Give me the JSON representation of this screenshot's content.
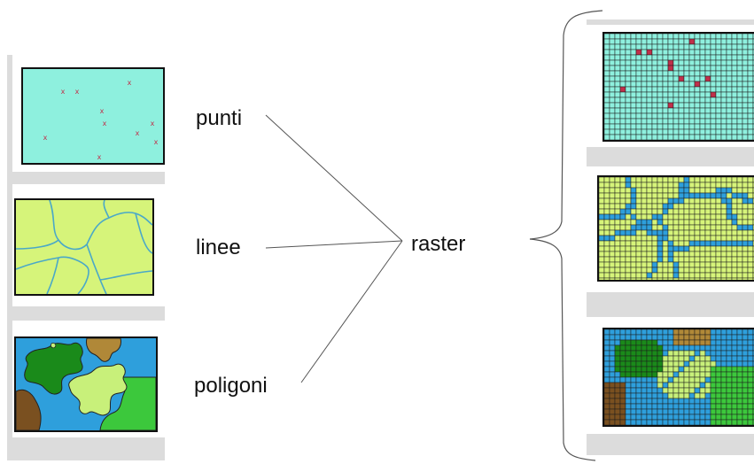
{
  "labels": {
    "points": "punti",
    "lines": "linee",
    "polygons": "poligoni",
    "raster": "raster"
  },
  "colors": {
    "point_bg": "#8ef0de",
    "point_marker": "#c0304a",
    "line_bg": "#d6f47a",
    "line_stroke": "#4aa8c8",
    "water": "#2e9fdc",
    "dark_green": "#1a8a1a",
    "light_green": "#c8f07a",
    "bright_green": "#3cc83c",
    "brown": "#7a5020",
    "tan": "#b08838",
    "panel_gray": "#dcdcdc",
    "grid_line": "#1a1a1a"
  },
  "icons": {
    "points": "cross-markers",
    "raster_bracket": "curly-brace"
  }
}
